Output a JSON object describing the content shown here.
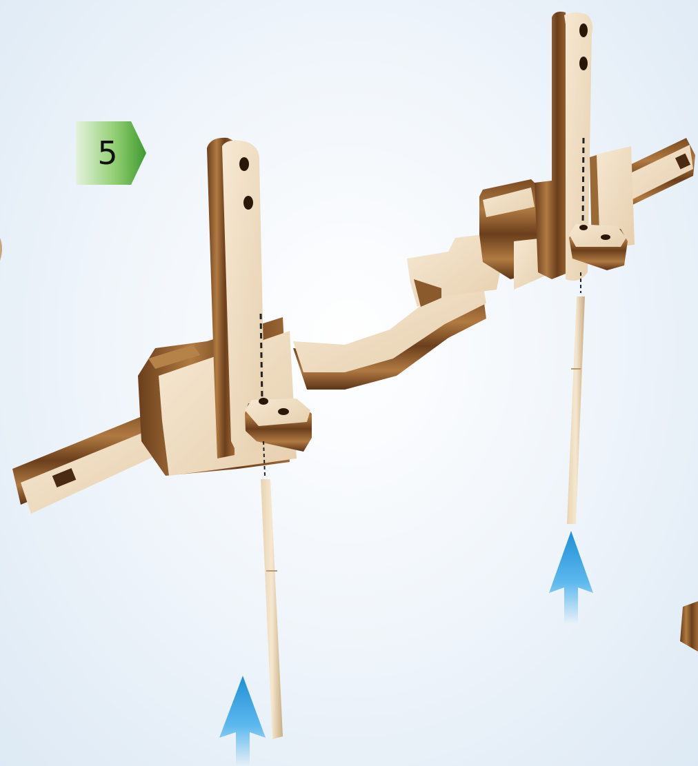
{
  "step": {
    "number": "5"
  },
  "colors": {
    "badge_green": "#4a9a3a",
    "wood_face": "#efdcc0",
    "wood_edge_dark": "#6e4320",
    "wood_edge_mid": "#a8743e",
    "arrow_blue": "#2a97d8",
    "background": "#eef4fa"
  },
  "diagram": {
    "parts": [
      "left-upright-post",
      "left-crossbar",
      "left-mount-block",
      "left-pin-block",
      "connecting-crank-arm",
      "right-mount-block",
      "right-upright-post",
      "right-crossbar",
      "right-pin-block",
      "left-dowel",
      "right-dowel"
    ],
    "arrows": [
      "left-up-arrow-icon",
      "right-up-arrow-icon"
    ]
  }
}
